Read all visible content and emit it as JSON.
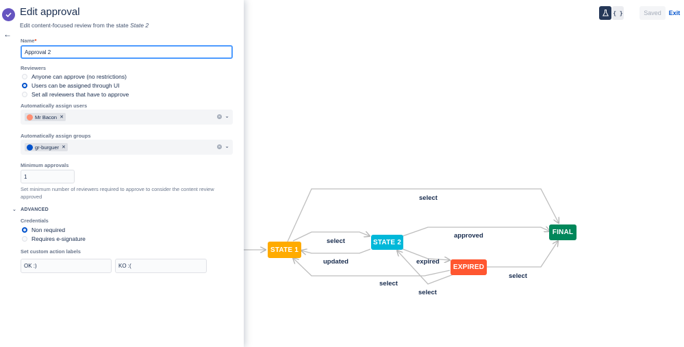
{
  "toolbar": {
    "diagram_icon": "flask-icon",
    "json_label": "{ }",
    "saved_label": "Saved",
    "exit_label": "Exit"
  },
  "panel": {
    "title": "Edit approval",
    "subtitle_prefix": "Edit content-focused review from the state ",
    "subtitle_state": "State 2",
    "name_label": "Name",
    "name_required": "*",
    "name_value": "Approval 2",
    "reviewers_label": "Reviewers",
    "reviewer_options": [
      {
        "label": "Anyone can approve (no restrictions)",
        "selected": false
      },
      {
        "label": "Users can be assigned through UI",
        "selected": true
      },
      {
        "label": "Set all reviewers that have to approve",
        "selected": false
      }
    ],
    "assign_users_label": "Automatically assign users",
    "assigned_user": "Mr Bacon",
    "assign_groups_label": "Automatically assign groups",
    "assigned_group": "gr-burguer",
    "min_approvals_label": "Minimum approvals",
    "min_approvals_value": "1",
    "min_approvals_help": "Set minimum number of reviewers required to approve to consider the content review approved",
    "advanced_label": "ADVANCED",
    "credentials_label": "Credentials",
    "credential_options": [
      {
        "label": "Non required",
        "selected": true
      },
      {
        "label": "Requires e-signature",
        "selected": false
      }
    ],
    "custom_labels_label": "Set custom action labels",
    "ok_label_value": "OK :)",
    "ko_label_value": "KO :("
  },
  "diagram": {
    "nodes": {
      "state1": {
        "label": "STATE 1",
        "color": "#ffab00"
      },
      "state2": {
        "label": "STATE 2",
        "color": "#00b8d9"
      },
      "expired": {
        "label": "EXPIRED",
        "color": "#ff5630"
      },
      "final": {
        "label": "FINAL",
        "color": "#00875a"
      }
    },
    "edge_labels": {
      "top_select": "select",
      "s1_s2_select": "select",
      "approved": "approved",
      "updated": "updated",
      "expired": "expired",
      "bottom_select": "select",
      "expired_select": "select",
      "final_select": "select"
    }
  }
}
